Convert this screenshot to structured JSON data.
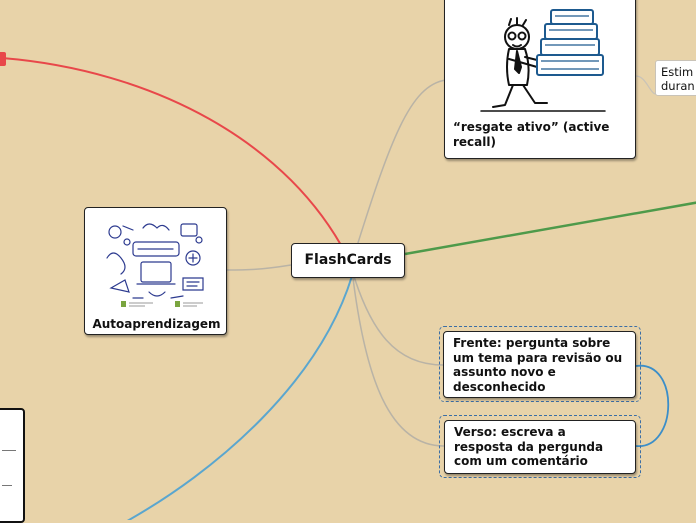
{
  "map": {
    "central_topic": "FlashCards",
    "nodes": {
      "resgate_ativo": "“resgate ativo” (active recall)",
      "autoaprendizagem": "Autoaprendizagem",
      "frente": "Frente: pergunta sobre um tema para revisão ou assunto novo e desconhecido",
      "verso": "Verso: escreva a resposta da pergunda com um comentário",
      "estim_line1": "Estim",
      "estim_line2": "duran"
    },
    "colors": {
      "background": "#e8d3a9",
      "branch_red": "#e8474a",
      "branch_green": "#4e9a4a",
      "branch_blue": "#5aa6cf",
      "branch_gray": "#b9b3a6",
      "relationship_blue": "#3b8ec9"
    },
    "images": {
      "resgate_ativo": "person-carrying-books-illustration",
      "autoaprendizagem": "self-learning-doodle-illustration"
    }
  }
}
